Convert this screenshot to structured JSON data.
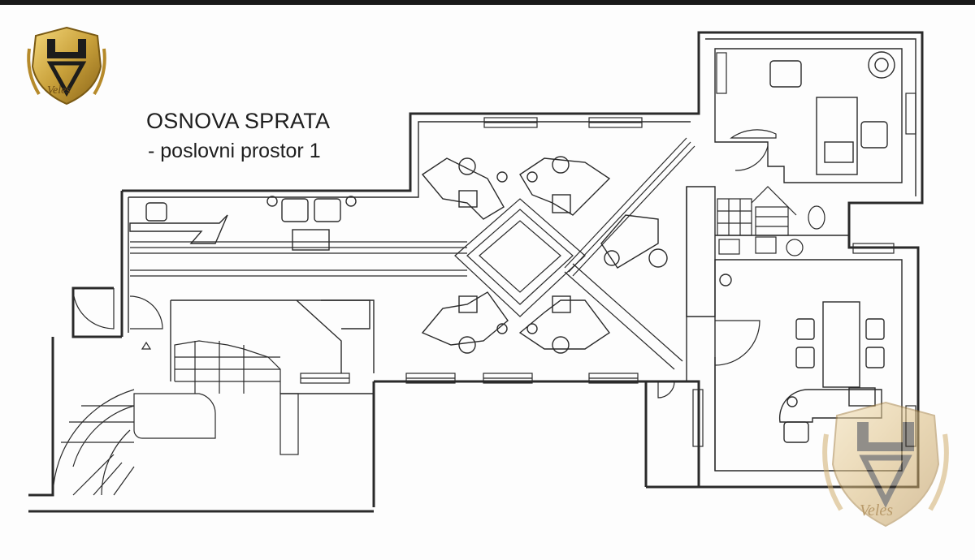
{
  "title": {
    "main": "OSNOVA SPRATA",
    "sub": "- poslovni prostor 1"
  },
  "logos": [
    {
      "name": "veles-logo",
      "text": "Veles",
      "placement": "top-left"
    },
    {
      "name": "veles-watermark",
      "text": "Veles",
      "placement": "bottom-right"
    }
  ],
  "colors": {
    "line": "#2a2a2a",
    "gold": "#c9a13b",
    "gold_dark": "#8a6418",
    "background": "#fdfdfd"
  }
}
